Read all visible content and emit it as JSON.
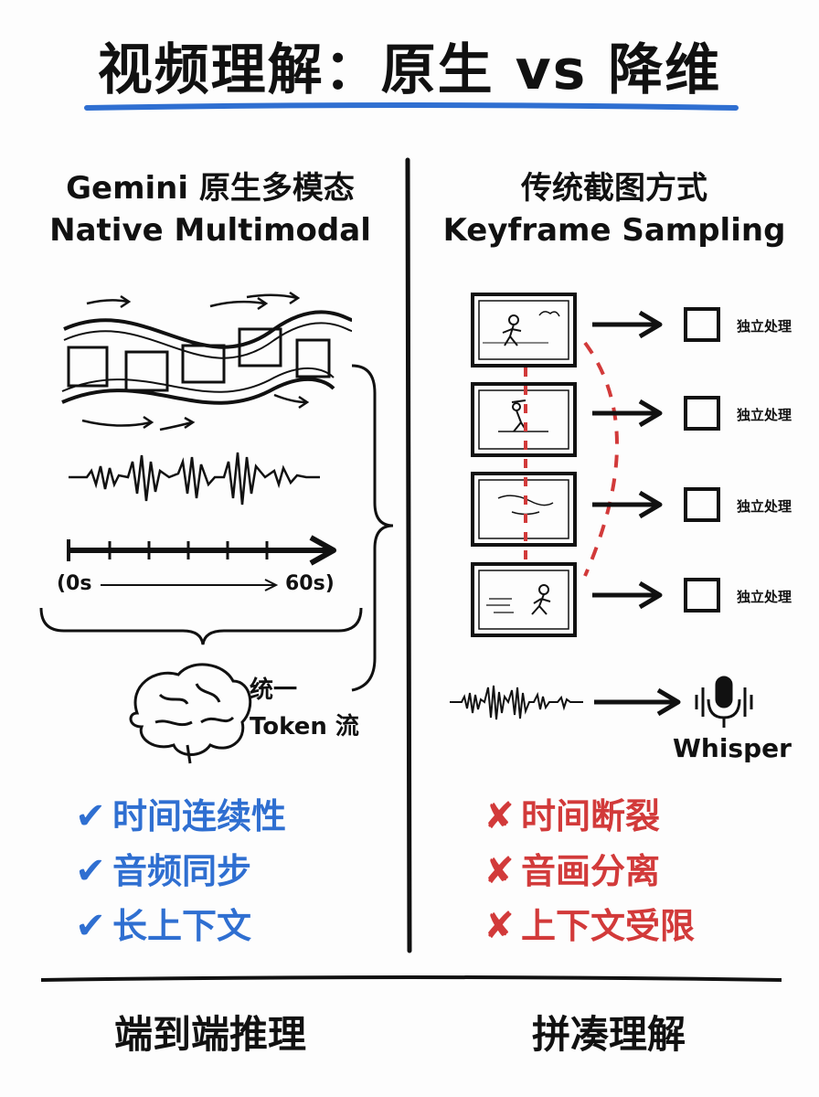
{
  "title": "视频理解：原生 vs 降维",
  "left": {
    "heading_line1": "Gemini 原生多模态",
    "heading_line2": "Native Multimodal",
    "time_start": "(0s",
    "time_end": "60s)",
    "token_line1": "统一",
    "token_line2": "Token 流",
    "pros": [
      "时间连续性",
      "音频同步",
      "长上下文"
    ],
    "footer": "端到端推理"
  },
  "right": {
    "heading_line1": "传统截图方式",
    "heading_line2": "Keyframe Sampling",
    "frame_labels": [
      "独立处理",
      "独立处理",
      "独立处理",
      "独立处理"
    ],
    "whisper": "Whisper",
    "cons": [
      "时间断裂",
      "音画分离",
      "上下文受限"
    ],
    "footer": "拼凑理解"
  },
  "colors": {
    "accent_blue": "#2f6fd1",
    "accent_red": "#d23a3a",
    "ink": "#111111"
  }
}
